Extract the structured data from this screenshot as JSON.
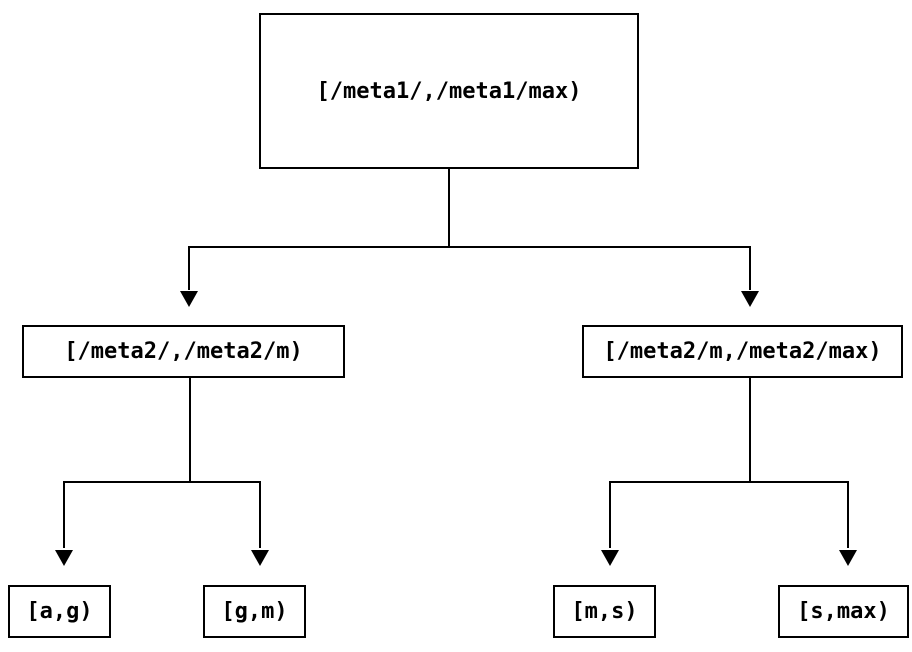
{
  "diagram": {
    "type": "tree",
    "colors": {
      "background": "#ffffff",
      "line": "#000000",
      "text": "#000000"
    },
    "root": {
      "label": "[/meta1/,/meta1/max)"
    },
    "level1": [
      {
        "label": "[/meta2/,/meta2/m)"
      },
      {
        "label": "[/meta2/m,/meta2/max)"
      }
    ],
    "level2": [
      {
        "label": "[a,g)"
      },
      {
        "label": "[g,m)"
      },
      {
        "label": "[m,s)"
      },
      {
        "label": "[s,max)"
      }
    ],
    "edges": [
      {
        "from": "root",
        "to": "level1.0"
      },
      {
        "from": "root",
        "to": "level1.1"
      },
      {
        "from": "level1.0",
        "to": "level2.0"
      },
      {
        "from": "level1.0",
        "to": "level2.1"
      },
      {
        "from": "level1.1",
        "to": "level2.2"
      },
      {
        "from": "level1.1",
        "to": "level2.3"
      }
    ]
  }
}
